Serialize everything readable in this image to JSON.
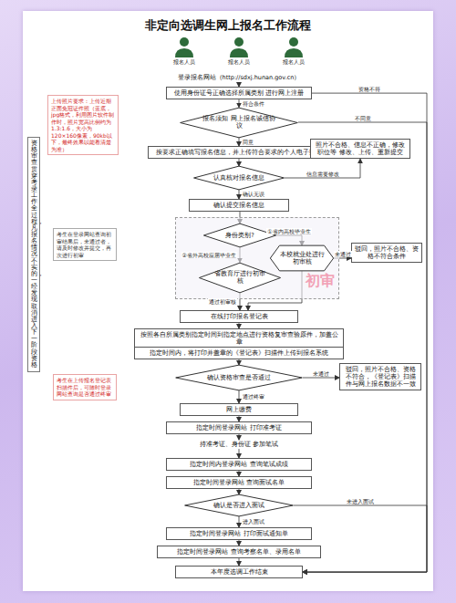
{
  "diagram": {
    "title": "非定向选调生网上报名工作流程",
    "nodes": [
      {
        "text": [
          "登录报名网站（http://sdxj.hunan.gov.cn）"
        ]
      },
      {
        "text": [
          "使用身份证号正确选择所属类别 进行网上注册"
        ]
      },
      {
        "text": [
          "报名须知 网上报名诚信协议"
        ]
      },
      {
        "text": [
          "按要求正确填写报名信息，并上传符合要求的个人电子照片"
        ]
      },
      {
        "text": [
          "照片不合格、信息不正确，修改职位等 修改、上传、重新提交"
        ]
      },
      {
        "text": [
          "认真核对报名信息"
        ]
      },
      {
        "text": [
          "确认提交报名信息"
        ]
      },
      {
        "text": [
          "初审"
        ]
      },
      {
        "text": [
          "身份类别?"
        ],
        "in": 7
      },
      {
        "text": [
          "本校就业处进行初审核"
        ],
        "in": 7
      },
      {
        "text": [
          "省教育厅进行初审核"
        ],
        "in": 7
      },
      {
        "text": [
          "驳回，照片不合格、资格不符合条件"
        ]
      },
      {
        "text": [
          "在线打印报名登记表"
        ]
      },
      {
        "text": [
          "按照各自所属类别指定时间到指定地点进行资格复审查验原件，加盖公章"
        ]
      },
      {
        "text": [
          "指定时间内，将打印并盖章的《登记表》扫描件上传到报名系统"
        ]
      },
      {
        "text": [
          "确认资格审查是否通过"
        ]
      },
      {
        "text": [
          "驳回，照片不合格、资格不符合，《登记表》扫描件与网上报名数据不一致"
        ]
      },
      {
        "text": [
          "网上缴费"
        ]
      },
      {
        "text": [
          "指定时间登录网站 打印准考证"
        ]
      },
      {
        "text": [
          "持准考证、身份证 参加笔试"
        ]
      },
      {
        "text": [
          "指定时间内登录网站 查询笔试成绩"
        ]
      },
      {
        "text": [
          "指定时间登录网站 查询面试名单"
        ]
      },
      {
        "text": [
          "确认是否进入面试"
        ]
      },
      {
        "text": [
          "指定时间登录网站 打印面试通知单"
        ]
      },
      {
        "text": [
          "指定时间登录网站 查询考察名单、录用名单"
        ]
      },
      {
        "text": [
          "本年度选调工作结束"
        ]
      },
      {
        "text": [
          "资格审查贯穿考录工作全过程，凡报名情况不实的，一经发现取消进入下一阶段资格"
        ]
      },
      {
        "text": [
          "上传照片要求：上传近期正面免冠证件照（蓝底，jpg格式，利用图片软件制作时，照片宽高比例约为1.3:1.6，大小为120×160像素，90kb以下，最终效果以能看清楚为准）"
        ]
      },
      {
        "text": [
          "考生在登录网站查询初审结果后，未通过者，请及时修改并提交，再次进行初审"
        ]
      },
      {
        "text": [
          "考生在上传报名登记表扫描件后，可随时登录网站查询是否通过终审"
        ]
      }
    ],
    "edges": [
      {
        "from": 0,
        "to": 1,
        "arrow": "to"
      },
      {
        "from": 1,
        "to": 2,
        "label": "符合条件",
        "arrow": "to"
      },
      {
        "from": 1,
        "to": 25,
        "label": "资格不符",
        "arrow": "to"
      },
      {
        "from": 2,
        "to": 3,
        "label": "同意",
        "arrow": "to"
      },
      {
        "from": 2,
        "to": 25,
        "label": "不同意",
        "arrow": "to"
      },
      {
        "from": 3,
        "to": 5,
        "arrow": "to"
      },
      {
        "from": 4,
        "to": 3,
        "arrow": "to"
      },
      {
        "from": 5,
        "to": 4,
        "label": "信息需要修改",
        "arrow": "to"
      },
      {
        "from": 5,
        "to": 6,
        "label": "确认无误",
        "arrow": "to"
      },
      {
        "from": 6,
        "to": 8,
        "arrow": "to"
      },
      {
        "from": 8,
        "to": 9,
        "label": "①省内高校毕业生",
        "arrow": "to"
      },
      {
        "from": 8,
        "to": 10,
        "label": "②省外高校应届毕业生",
        "arrow": "to"
      },
      {
        "from": 9,
        "to": 11,
        "label": "未通过",
        "arrow": "to"
      },
      {
        "from": 10,
        "to": 12,
        "label": "通过初审核",
        "arrow": "to"
      },
      {
        "from": 9,
        "to": 12,
        "arrow": "to"
      },
      {
        "from": 12,
        "to": 13,
        "arrow": "to"
      },
      {
        "from": 13,
        "to": 14,
        "arrow": "to"
      },
      {
        "from": 14,
        "to": 15,
        "arrow": "to"
      },
      {
        "from": 15,
        "to": 16,
        "label": "未通过",
        "arrow": "to"
      },
      {
        "from": 15,
        "to": 17,
        "label": "通过终审",
        "arrow": "to"
      },
      {
        "from": 17,
        "to": 18,
        "arrow": "to"
      },
      {
        "from": 18,
        "to": 19,
        "arrow": "to"
      },
      {
        "from": 19,
        "to": 20,
        "arrow": "to"
      },
      {
        "from": 20,
        "to": 21,
        "arrow": "to"
      },
      {
        "from": 21,
        "to": 22,
        "arrow": "to"
      },
      {
        "from": 22,
        "to": 23,
        "label": "进入面试",
        "arrow": "to"
      },
      {
        "from": 22,
        "to": 25,
        "label": "未进入面试",
        "arrow": "to"
      },
      {
        "from": 23,
        "to": 24,
        "arrow": "to"
      },
      {
        "from": 24,
        "to": 25,
        "arrow": "to"
      }
    ],
    "labels": [
      "报名人员",
      "报名人员",
      "报名人员"
    ]
  }
}
